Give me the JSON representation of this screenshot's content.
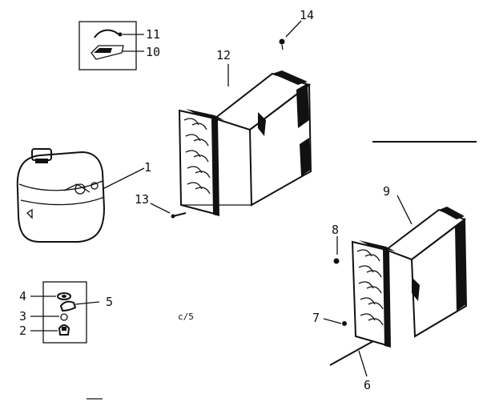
{
  "callouts": {
    "c1": "1",
    "c2": "2",
    "c3": "3",
    "c4": "4",
    "c5": "5",
    "c6": "6",
    "c7": "7",
    "c8": "8",
    "c9": "9",
    "c10": "10",
    "c11": "11",
    "c12": "12",
    "c13": "13",
    "c14": "14"
  },
  "note": "c/5",
  "colors": {
    "ink": "#111111",
    "paper": "#ffffff"
  }
}
